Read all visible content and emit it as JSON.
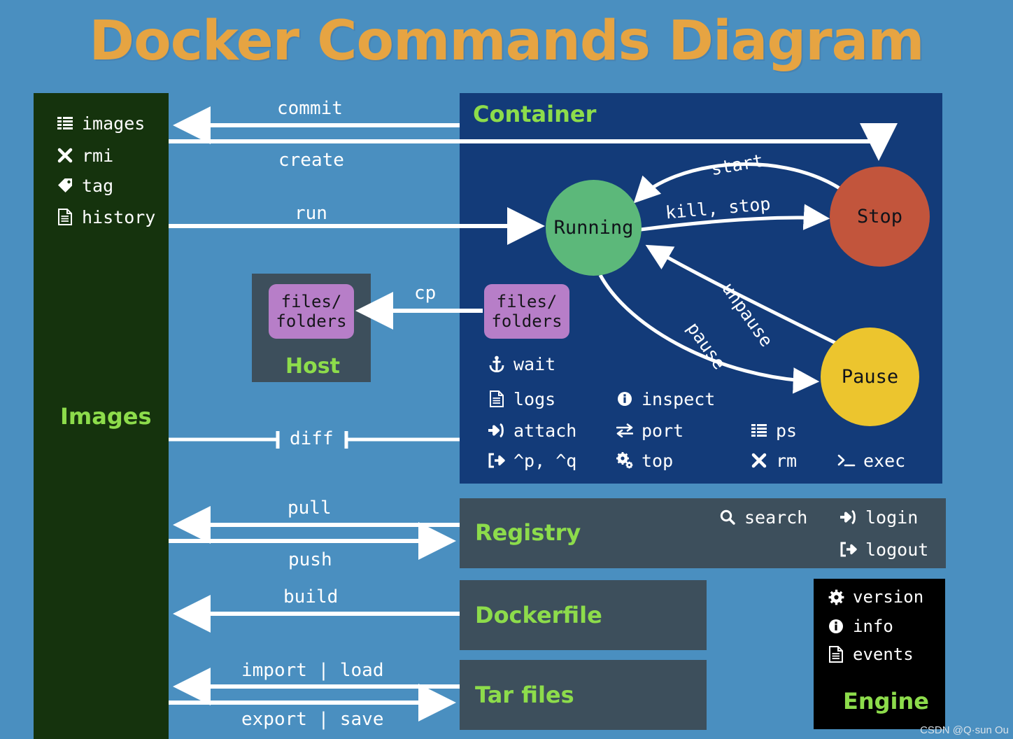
{
  "page": {
    "title": "Docker Commands Diagram",
    "watermark": "CSDN @Q·sun Ou",
    "background_color": "#4a8fc0",
    "title_color": "#e6a442"
  },
  "sections": {
    "images": {
      "label": "Images",
      "color": "#15330d",
      "commands": [
        {
          "icon": "list-icon",
          "label": "images"
        },
        {
          "icon": "close-icon",
          "label": "rmi"
        },
        {
          "icon": "tag-icon",
          "label": "tag"
        },
        {
          "icon": "document-icon",
          "label": "history"
        }
      ]
    },
    "container": {
      "label": "Container",
      "color": "#133b79",
      "states": [
        {
          "name": "running",
          "label": "Running",
          "color": "#5cb87a"
        },
        {
          "name": "stop",
          "label": "Stop",
          "color": "#c2553c"
        },
        {
          "name": "pause",
          "label": "Pause",
          "color": "#ecc52e"
        }
      ],
      "files_chip": {
        "line1": "files/",
        "line2": "folders",
        "color": "#b77ec8"
      },
      "commands": [
        {
          "icon": "anchor-icon",
          "label": "wait"
        },
        {
          "icon": "document-icon",
          "label": "logs"
        },
        {
          "icon": "info-icon",
          "label": "inspect"
        },
        {
          "icon": "sign-in-icon",
          "label": "attach"
        },
        {
          "icon": "swap-icon",
          "label": "port"
        },
        {
          "icon": "list-icon",
          "label": "ps"
        },
        {
          "icon": "sign-out-icon",
          "label": "^p, ^q"
        },
        {
          "icon": "gears-icon",
          "label": "top"
        },
        {
          "icon": "close-icon",
          "label": "rm"
        },
        {
          "icon": "terminal-icon",
          "label": "exec"
        }
      ]
    },
    "host": {
      "label": "Host",
      "color": "#3d4f5c",
      "files_chip": {
        "line1": "files/",
        "line2": "folders",
        "color": "#b77ec8"
      }
    },
    "registry": {
      "label": "Registry",
      "color": "#3d4f5c",
      "commands": [
        {
          "icon": "search-icon",
          "label": "search"
        },
        {
          "icon": "sign-in-icon",
          "label": "login"
        },
        {
          "icon": "sign-out-icon",
          "label": "logout"
        }
      ]
    },
    "dockerfile": {
      "label": "Dockerfile",
      "color": "#3d4f5c"
    },
    "tarfiles": {
      "label": "Tar files",
      "color": "#3d4f5c"
    },
    "engine": {
      "label": "Engine",
      "color": "#000000",
      "commands": [
        {
          "icon": "gear-icon",
          "label": "version"
        },
        {
          "icon": "info-icon",
          "label": "info"
        },
        {
          "icon": "document-icon",
          "label": "events"
        }
      ]
    }
  },
  "arrows": {
    "commit": "commit",
    "create": "create",
    "run": "run",
    "cp": "cp",
    "diff": "diff",
    "pull": "pull",
    "push": "push",
    "build": "build",
    "import_load": "import | load",
    "export_save": "export | save",
    "start": "start",
    "kill_stop": "kill, stop",
    "unpause": "unpause",
    "pause": "pause"
  }
}
